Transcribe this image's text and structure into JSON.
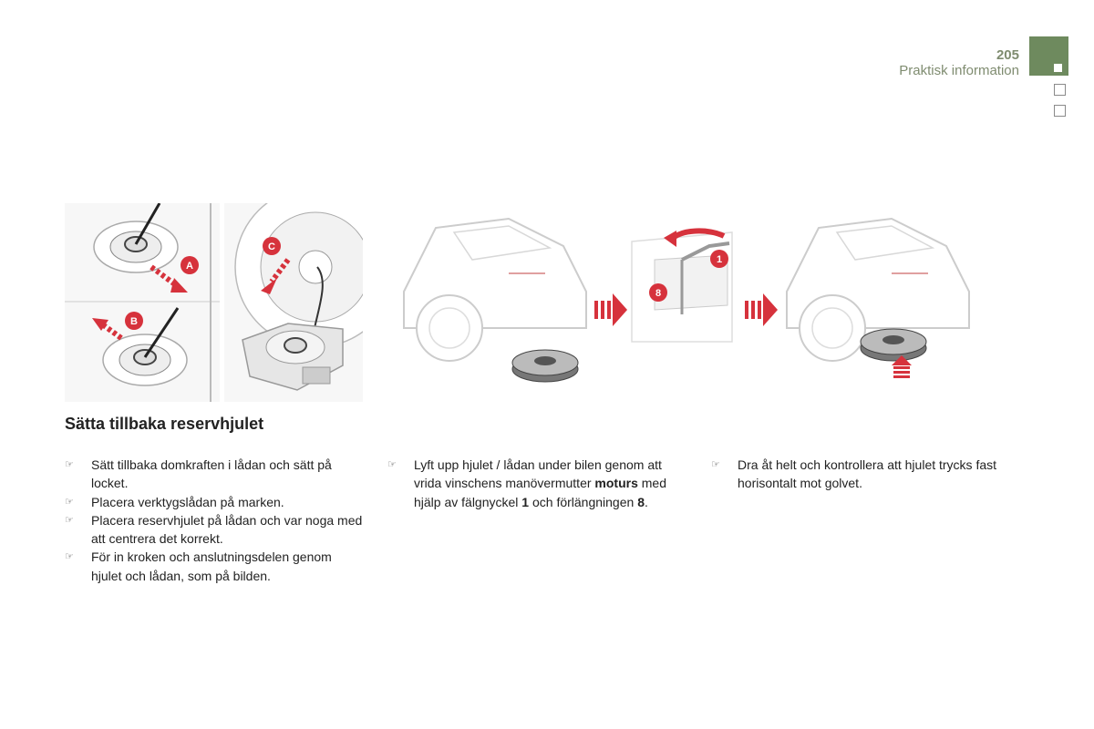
{
  "header": {
    "page_number": "205",
    "section": "Praktisk information"
  },
  "title": "Sätta tillbaka reservhjulet",
  "illustrations": {
    "callouts": [
      "A",
      "B",
      "C",
      "1",
      "8"
    ]
  },
  "col1": {
    "items": [
      "Sätt tillbaka domkraften i lådan och sätt på locket.",
      "Placera verktygslådan på marken.",
      "Placera reservhjulet på lådan och var noga med att centrera det korrekt.",
      "För in kroken och anslutningsdelen genom hjulet och lådan, som på bilden."
    ]
  },
  "col2": {
    "p1": "Lyft upp hjulet / lådan under bilen genom att vrida vinschens manövermutter",
    "bold1": "moturs",
    "p2": " med hjälp av fälgnyckel ",
    "bold2": "1",
    "p3": " och förlängningen ",
    "bold3": "8",
    "p4": "."
  },
  "col3": {
    "items": [
      "Dra åt helt och kontrollera att hjulet trycks fast horisontalt mot golvet."
    ]
  },
  "colors": {
    "accent_green": "#6e8a5e",
    "callout_red": "#d6323c"
  }
}
